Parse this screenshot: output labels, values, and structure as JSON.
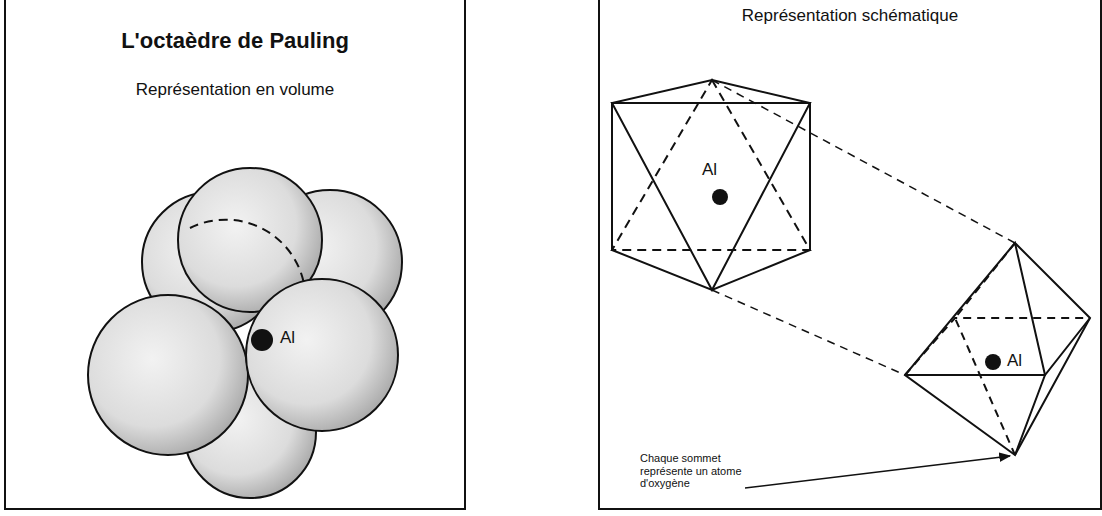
{
  "diagram": {
    "nodes": [
      {
        "text": [
          "L'octaèdre de Pauling",
          "Représentation en volume"
        ]
      },
      {
        "text": [
          "Représentation schématique"
        ]
      }
    ],
    "labels": [
      "Al",
      "Al",
      "Al",
      "Chaque sommet représente un atome d'oxygène"
    ]
  }
}
